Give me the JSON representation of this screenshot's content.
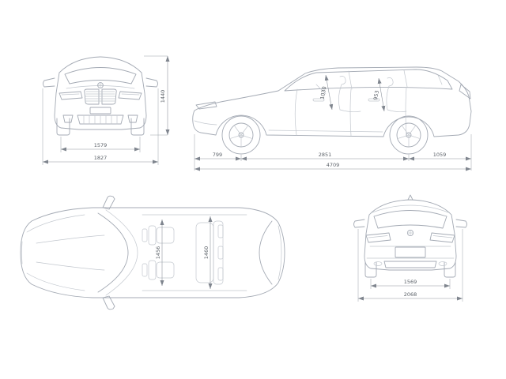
{
  "page": {
    "background": "#ffffff",
    "line_color": "#a4aab4",
    "dim_color": "#8f959e",
    "text_color": "#5c6269"
  },
  "views": {
    "front": {
      "label": "front-view",
      "dims": {
        "track": "1579",
        "overall_width": "1827",
        "height": "1440"
      }
    },
    "side": {
      "label": "side-view",
      "dims": {
        "front_overhang": "799",
        "wheelbase": "2851",
        "rear_overhang": "1059",
        "overall_length": "4709",
        "front_headroom": "1030",
        "rear_headroom": "953"
      }
    },
    "top": {
      "label": "top-view",
      "dims": {
        "front_interior_width": "1456",
        "rear_interior_width": "1460"
      }
    },
    "rear": {
      "label": "rear-view",
      "dims": {
        "track": "1569",
        "overall_width_mirrors": "2068"
      }
    }
  }
}
